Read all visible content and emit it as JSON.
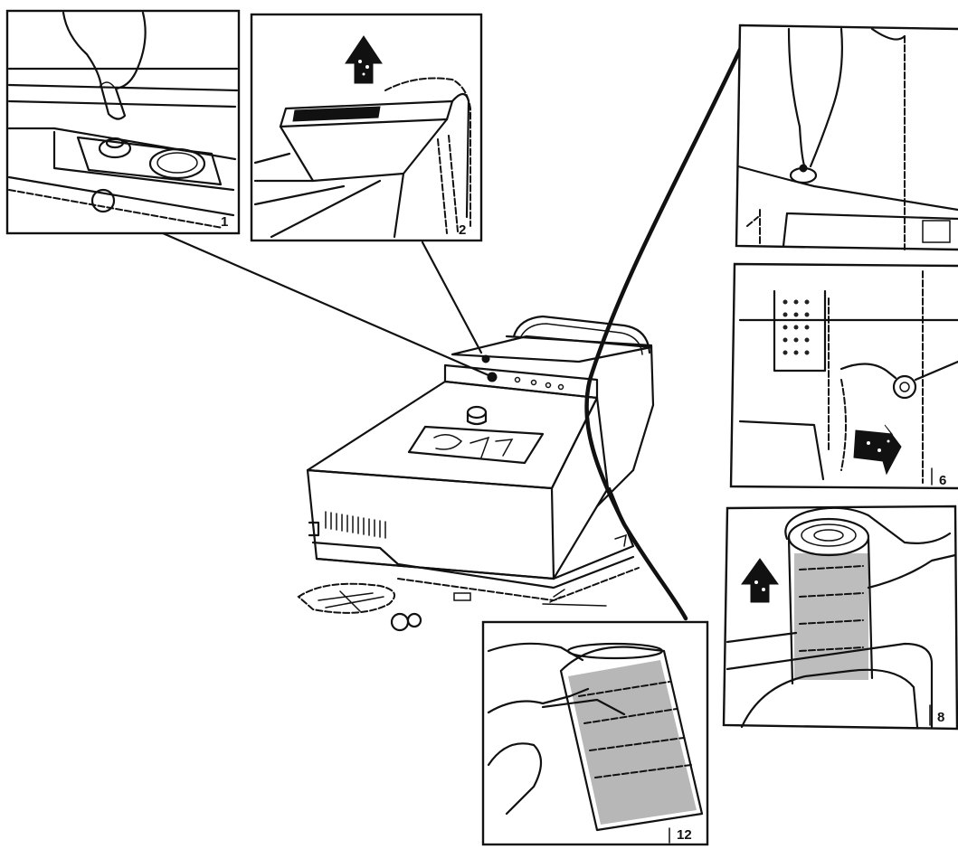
{
  "panels": [
    {
      "id": "p1",
      "number": "1"
    },
    {
      "id": "p2",
      "number": "2"
    },
    {
      "id": "p3",
      "number": ""
    },
    {
      "id": "p6",
      "number": "6"
    },
    {
      "id": "p8",
      "number": "8"
    },
    {
      "id": "p12",
      "number": "12"
    }
  ],
  "colors": {
    "ink": "#111111",
    "paper": "#ffffff"
  },
  "icons": [
    "up-arrow-icon",
    "diagonal-arrow-icon"
  ]
}
